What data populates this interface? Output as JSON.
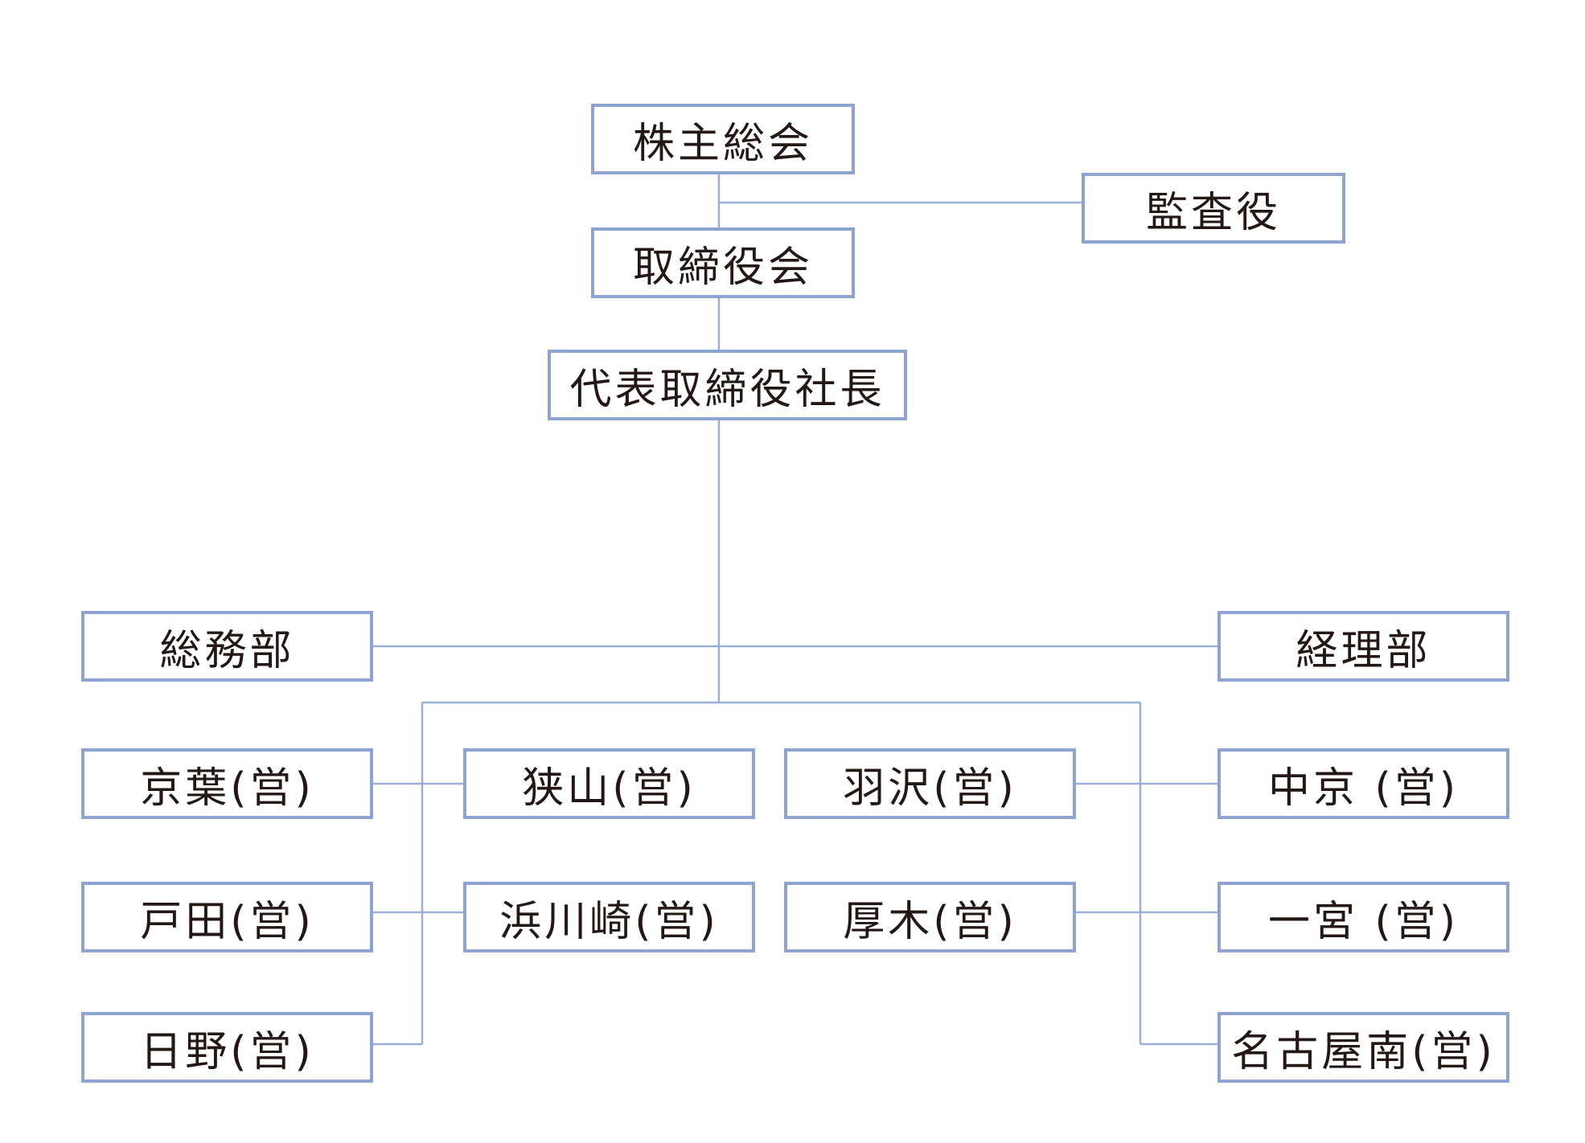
{
  "org_chart": {
    "shareholders_meeting": "株主総会",
    "auditor": "監査役",
    "board_of_directors": "取締役会",
    "president": "代表取締役社長",
    "general_affairs": "総務部",
    "accounting": "経理部",
    "branches": {
      "keiyo": "京葉(営)",
      "sayama": "狭山(営)",
      "hazawa": "羽沢(営)",
      "chukyo": "中京 (営)",
      "toda": "戸田(営)",
      "hamakawasaki": "浜川崎(営)",
      "atsugi": "厚木(営)",
      "ichinomiya": "一宮 (営)",
      "hino": "日野(営)",
      "nagoya_minami": "名古屋南(営)"
    }
  },
  "colors": {
    "border": "#8ea3d1",
    "connector": "#9aaed6",
    "text": "#231815"
  }
}
